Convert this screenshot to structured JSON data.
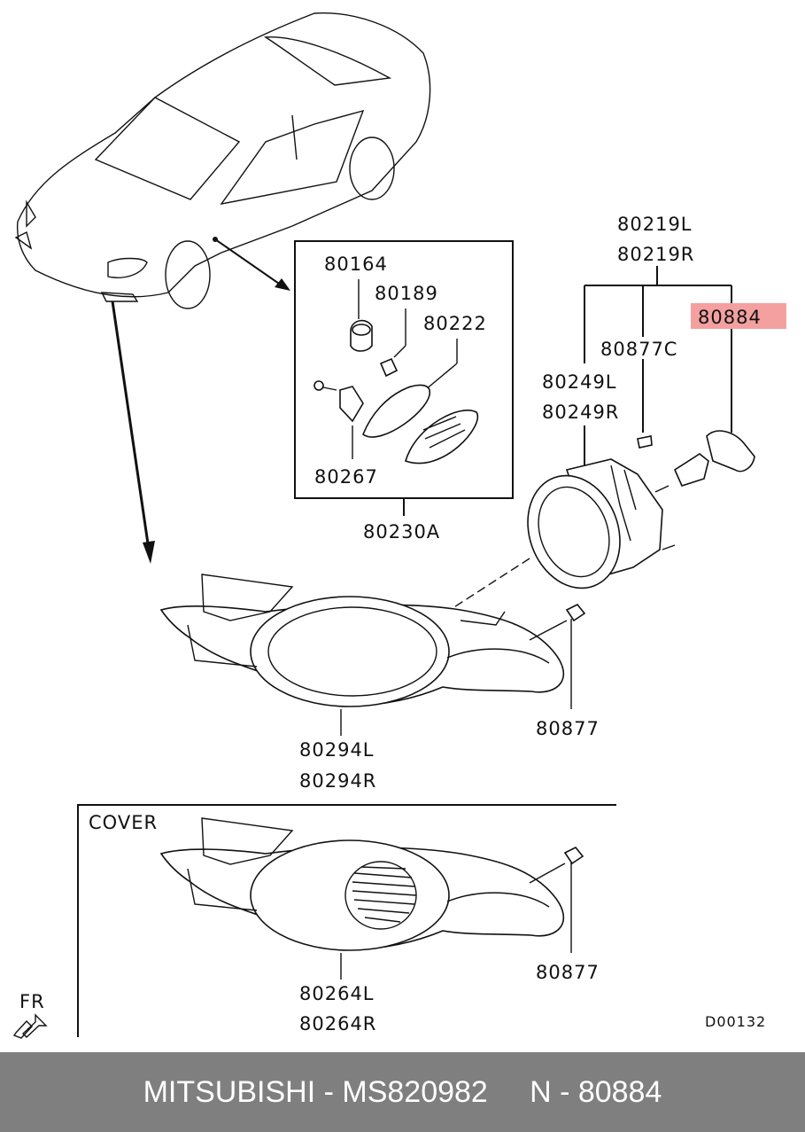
{
  "labels": {
    "p80164": "80164",
    "p80189": "80189",
    "p80222": "80222",
    "p80267": "80267",
    "p80230A": "80230A",
    "p80219L": "80219L",
    "p80219R": "80219R",
    "p80884": "80884",
    "p80877C": "80877C",
    "p80249L": "80249L",
    "p80249R": "80249R",
    "p80877_top": "80877",
    "p80294L": "80294L",
    "p80294R": "80294R",
    "cover": "COVER",
    "p80877_bottom": "80877",
    "p80264L": "80264L",
    "p80264R": "80264R",
    "fr": "FR",
    "diagram_code": "D00132"
  },
  "highlight": {
    "part": "80884",
    "color": "#f4a0a0"
  },
  "footer": {
    "text": "MITSUBISHI - MS820982     N - 80884",
    "background": "#7f7f7f"
  }
}
